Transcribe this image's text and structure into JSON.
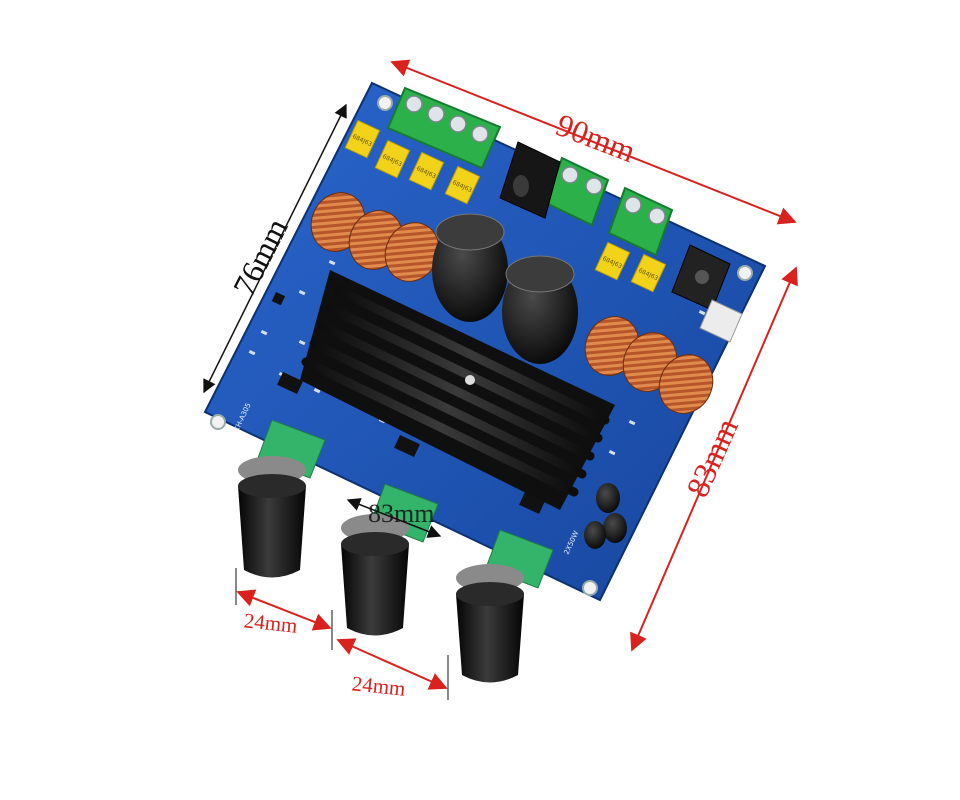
{
  "dimensions": {
    "width": "90mm",
    "height_left": "76mm",
    "height_right": "83mm",
    "knob_spacing_1": "24mm",
    "knob_spacing_2": "24mm",
    "board_overlay": "83mm"
  },
  "capacitor_labels": [
    "684J63",
    "684J63",
    "684J63",
    "684J63",
    "684J63",
    "684J63"
  ],
  "colors": {
    "dimension": "#d9211e",
    "pcb": "#1f56b8",
    "terminal": "#2bb04a",
    "heatsink": "#1c1c1c",
    "pot": "#34b36a",
    "knob": "#111111",
    "capacitor": "#f3d21a",
    "inductor": "#c0612d"
  },
  "icons": [
    "dimension-arrow-icon",
    "terminal-block-icon",
    "inductor-coil-icon",
    "electrolytic-capacitor-icon",
    "heatsink-icon",
    "potentiometer-icon",
    "knob-icon",
    "audio-jack-icon",
    "dc-jack-icon"
  ]
}
